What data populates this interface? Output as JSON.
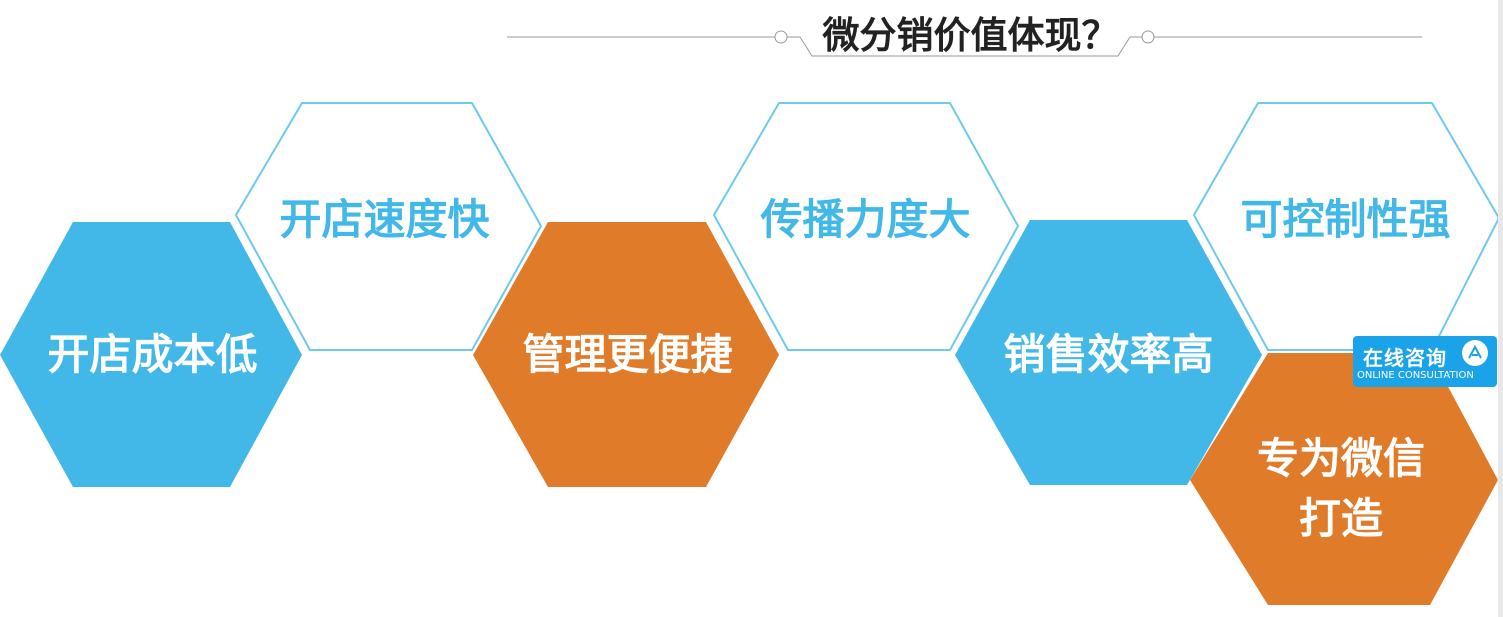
{
  "title": "微分销价值体现？",
  "colors": {
    "blue": "#41b8e8",
    "orange": "#e07b2a",
    "outline": "#6ec9ee",
    "badge": "#1aa3e8"
  },
  "hexagons": [
    {
      "label": "开店成本低",
      "style": "solid-blue"
    },
    {
      "label": "开店速度快",
      "style": "outline"
    },
    {
      "label": "管理更便捷",
      "style": "solid-orange"
    },
    {
      "label": "传播力度大",
      "style": "outline"
    },
    {
      "label": "销售效率高",
      "style": "solid-blue"
    },
    {
      "label": "可控制性强",
      "style": "outline"
    },
    {
      "label_line1": "专为微信",
      "label_line2": "打造",
      "style": "solid-orange"
    }
  ],
  "badge": {
    "title": "在线咨询",
    "subtitle": "ONLINE CONSULTATION",
    "icon": "chat-icon"
  }
}
